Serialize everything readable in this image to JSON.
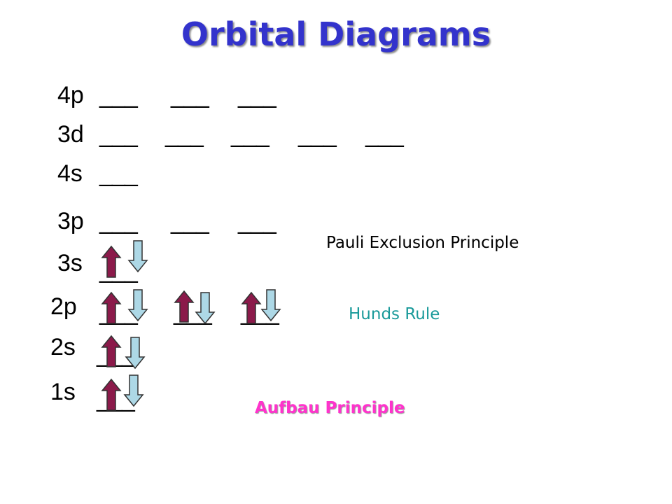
{
  "title": "Orbital Diagrams",
  "orbitals": [
    {
      "id": "4p",
      "label": "4p",
      "boxes": 3,
      "electrons": [
        0,
        0,
        0
      ]
    },
    {
      "id": "3d",
      "label": "3d",
      "boxes": 5,
      "electrons": [
        0,
        0,
        0,
        0,
        0
      ]
    },
    {
      "id": "4s",
      "label": "4s",
      "boxes": 1,
      "electrons": [
        0
      ]
    },
    {
      "id": "3p",
      "label": "3p",
      "boxes": 3,
      "electrons": [
        0,
        0,
        0
      ]
    },
    {
      "id": "3s",
      "label": "3s",
      "boxes": 1,
      "electrons": [
        2
      ]
    },
    {
      "id": "2p",
      "label": "2p",
      "boxes": 3,
      "electrons": [
        2,
        2,
        2
      ]
    },
    {
      "id": "2s",
      "label": "2s",
      "boxes": 1,
      "electrons": [
        2
      ]
    },
    {
      "id": "1s",
      "label": "1s",
      "boxes": 1,
      "electrons": [
        2
      ]
    }
  ],
  "blank": "___",
  "notes": {
    "pauli": "Pauli Exclusion Principle",
    "hunds": "Hunds Rule",
    "aufbau": "Aufbau Principle"
  },
  "colors": {
    "title": "#3333cc",
    "spin_up": "#8b1a4a",
    "spin_down": "#add8e6",
    "pauli": "#000000",
    "hunds": "#1a9a9a",
    "aufbau": "#ff33cc"
  }
}
